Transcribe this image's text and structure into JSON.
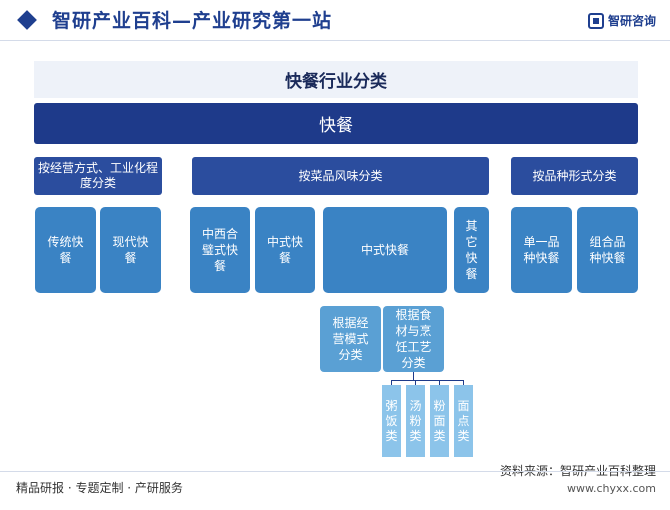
{
  "header": {
    "site_title": "智研产业百科—产业研究第一站",
    "logo_text": "智研咨询",
    "logo_icon": "zhiyan-logo-icon"
  },
  "diagram": {
    "title": "快餐行业分类",
    "root": "快餐",
    "categories": [
      "按经营方式、工业化程度分类",
      "按菜品风味分类",
      "按品种形式分类"
    ],
    "leaves": {
      "traditional": "传统快餐",
      "modern": "现代快餐",
      "western": "中西合璧式快餐",
      "chinese_style": "中式快餐",
      "chinese_main": "中式快餐",
      "other": "其它快餐",
      "single": "单一品种快餐",
      "combo": "组合品种快餐"
    },
    "sub_classes": {
      "by_operation": "根据经营模式分类",
      "by_ingredient": "根据食材与烹饪工艺分类"
    },
    "ingredient_types": [
      "粥饭类",
      "汤粉类",
      "粉面类",
      "面点类"
    ]
  },
  "footer": {
    "services": "精品研报 · 专题定制 · 产研服务",
    "source": "资料来源：智研产业百科整理",
    "url": "www.chyxx.com"
  }
}
